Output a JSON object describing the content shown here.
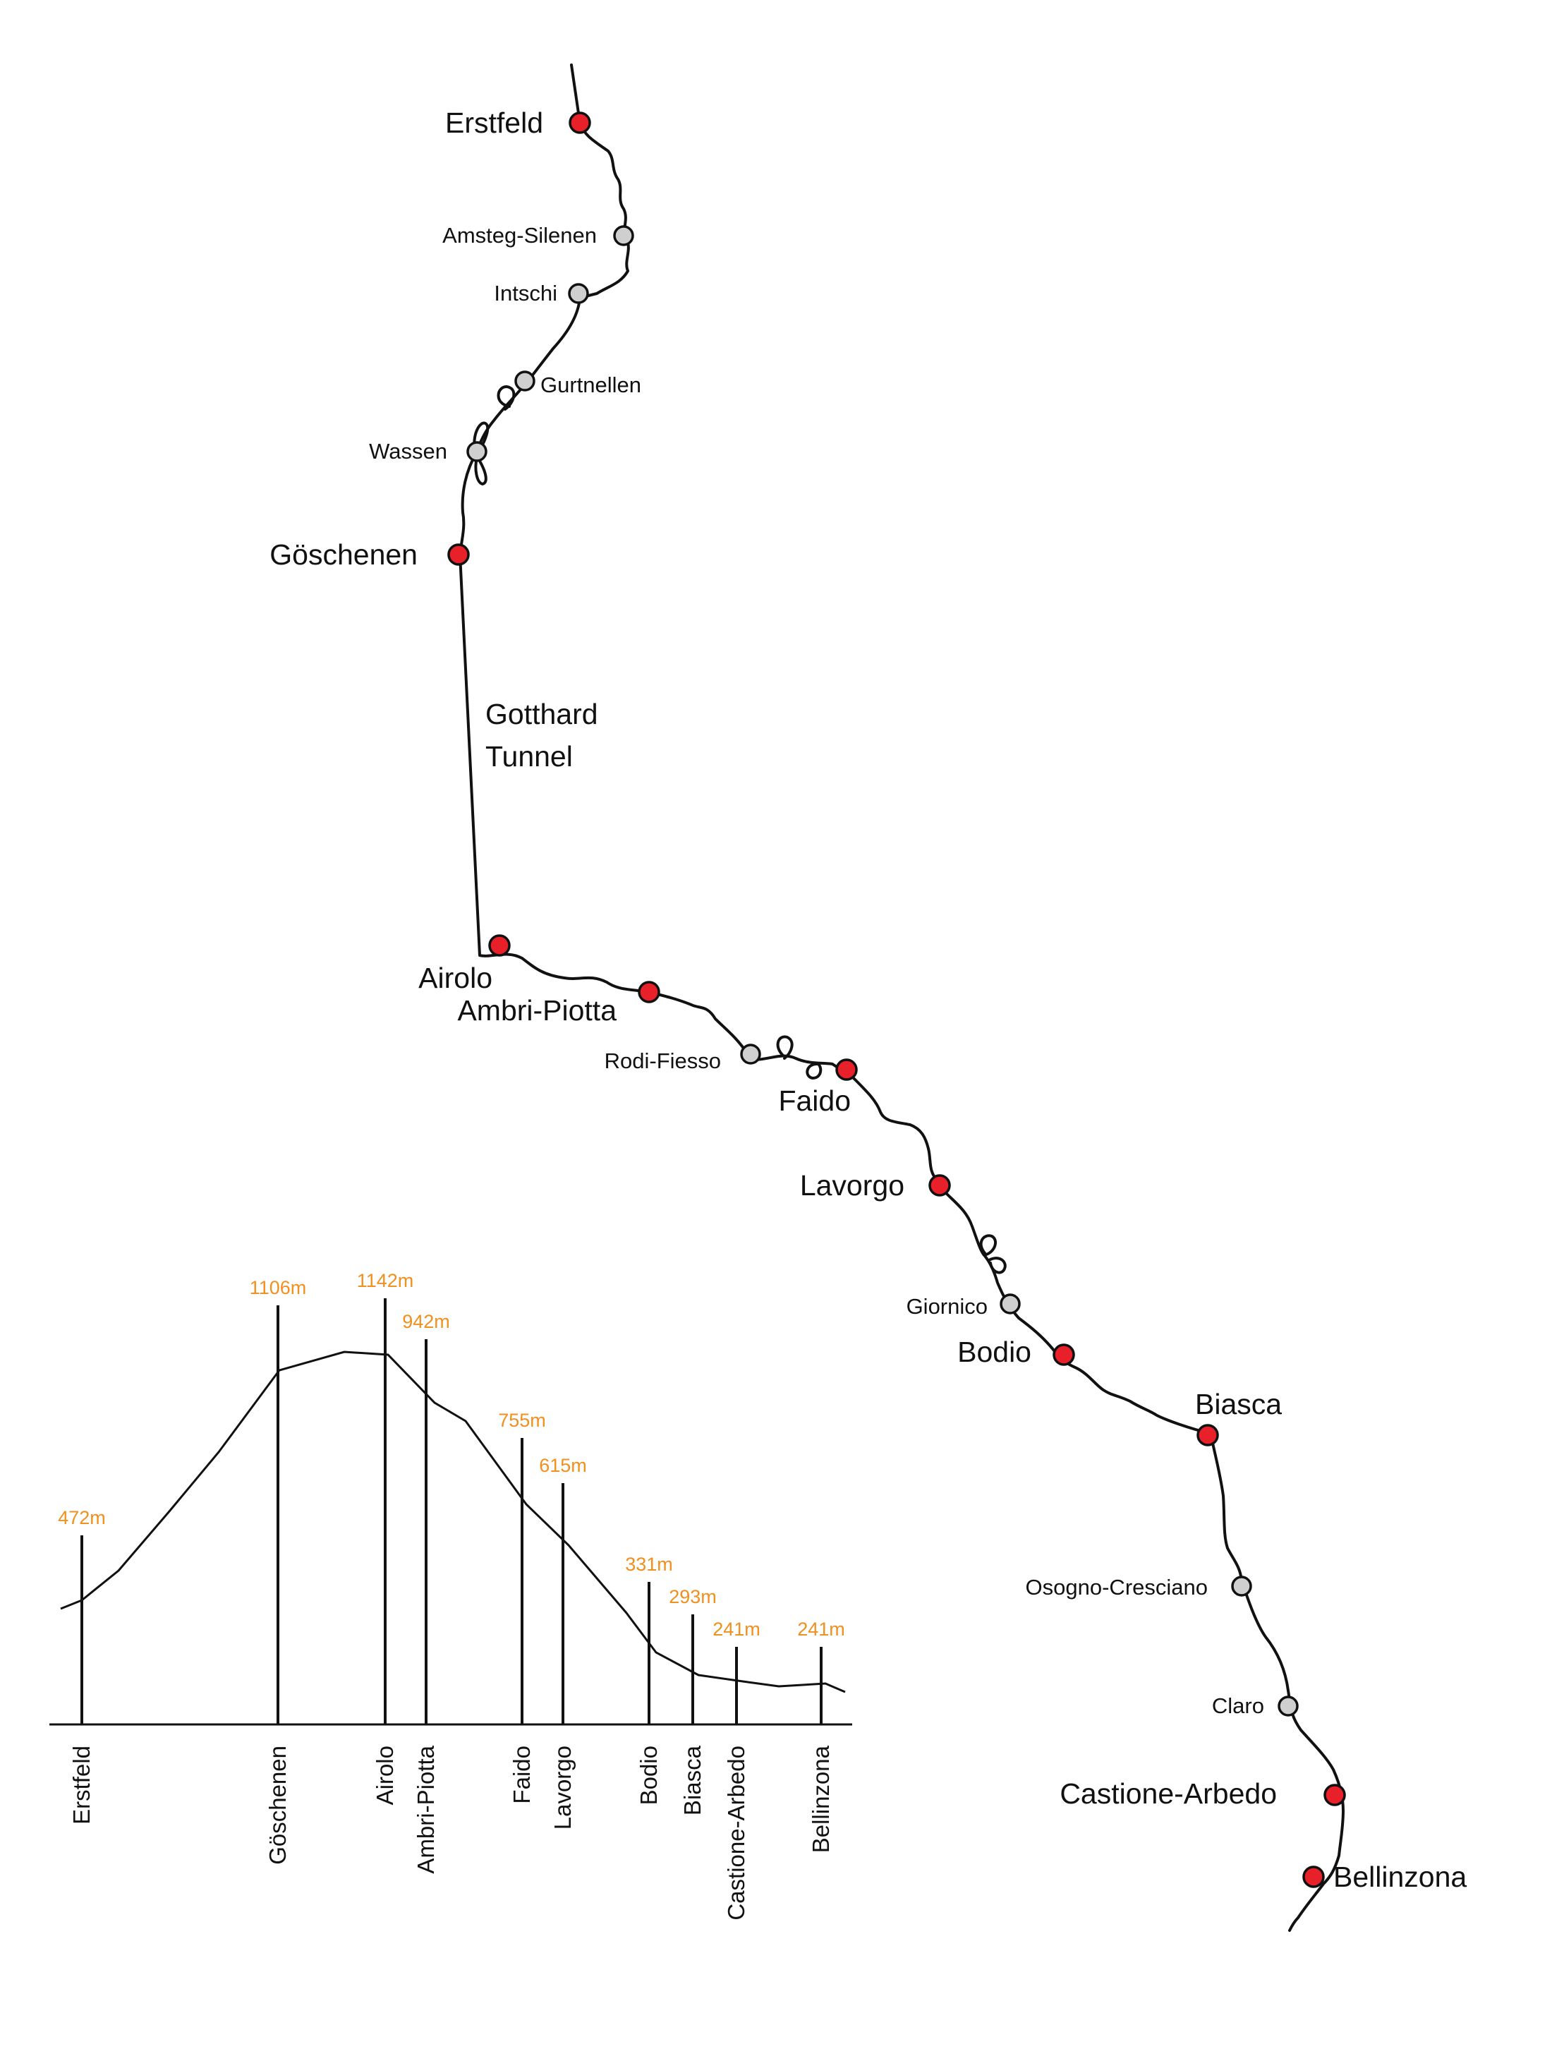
{
  "map": {
    "tunnel_label_line1": "Gotthard",
    "tunnel_label_line2": "Tunnel",
    "colors": {
      "major_station": "#e8202a",
      "minor_station": "#cfcfcf",
      "line": "#111111"
    },
    "stations": [
      {
        "id": "erstfeld",
        "name": "Erstfeld",
        "type": "major"
      },
      {
        "id": "amsteg-silenen",
        "name": "Amsteg-Silenen",
        "type": "minor"
      },
      {
        "id": "intschi",
        "name": "Intschi",
        "type": "minor"
      },
      {
        "id": "gurtnellen",
        "name": "Gurtnellen",
        "type": "minor"
      },
      {
        "id": "wassen",
        "name": "Wassen",
        "type": "minor"
      },
      {
        "id": "goschenen",
        "name": "Göschenen",
        "type": "major"
      },
      {
        "id": "airolo",
        "name": "Airolo",
        "type": "major"
      },
      {
        "id": "ambri-piotta",
        "name": "Ambri-Piotta",
        "type": "major"
      },
      {
        "id": "rodi-fiesso",
        "name": "Rodi-Fiesso",
        "type": "minor"
      },
      {
        "id": "faido",
        "name": "Faido",
        "type": "major"
      },
      {
        "id": "lavorgo",
        "name": "Lavorgo",
        "type": "major"
      },
      {
        "id": "giornico",
        "name": "Giornico",
        "type": "minor"
      },
      {
        "id": "bodio",
        "name": "Bodio",
        "type": "major"
      },
      {
        "id": "biasca",
        "name": "Biasca",
        "type": "major"
      },
      {
        "id": "osogno-cresciano",
        "name": "Osogno-Cresciano",
        "type": "minor"
      },
      {
        "id": "claro",
        "name": "Claro",
        "type": "minor"
      },
      {
        "id": "castione-arbedo",
        "name": "Castione-Arbedo",
        "type": "major"
      },
      {
        "id": "bellinzona",
        "name": "Bellinzona",
        "type": "major"
      }
    ]
  },
  "profile": {
    "stations": [
      {
        "name": "Erstfeld",
        "elevation_label": "472m"
      },
      {
        "name": "Göschenen",
        "elevation_label": "1106m"
      },
      {
        "name": "Airolo",
        "elevation_label": "1142m"
      },
      {
        "name": "Ambri-Piotta",
        "elevation_label": "942m"
      },
      {
        "name": "Faido",
        "elevation_label": "755m"
      },
      {
        "name": "Lavorgo",
        "elevation_label": "615m"
      },
      {
        "name": "Bodio",
        "elevation_label": "331m"
      },
      {
        "name": "Biasca",
        "elevation_label": "293m"
      },
      {
        "name": "Castione-Arbedo",
        "elevation_label": "241m"
      },
      {
        "name": "Bellinzona",
        "elevation_label": "241m"
      }
    ]
  }
}
